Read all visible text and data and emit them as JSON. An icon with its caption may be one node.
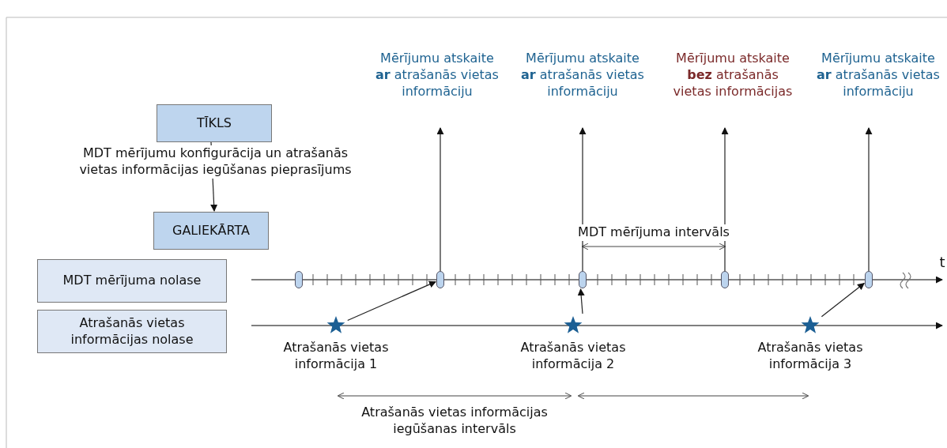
{
  "diagram": {
    "nodes": [
      {
        "text": [
          "Mērījumu atskaite **ar** atrašanās vietas informāciju"
        ]
      },
      {
        "text": [
          "Mērījumu atskaite **ar** atrašanās vietas informāciju"
        ]
      },
      {
        "text": [
          "Mērījumu atskaite **bez** atrašanās vietas informācijas"
        ]
      },
      {
        "text": [
          "Mērījumu atskaite **ar** atrašanās vietas informāciju"
        ]
      },
      {
        "text": [
          "TĪKLS"
        ]
      },
      {
        "text": [
          "GALIEKĀRTA"
        ]
      },
      {
        "text": [
          "MDT mērījuma nolase"
        ]
      },
      {
        "text": [
          "Atrašanās vietas informācijas nolase"
        ]
      },
      {
        "text": [],
        "shape": "box"
      },
      {
        "text": [],
        "shape": "box"
      },
      {
        "text": [],
        "shape": "box"
      },
      {
        "text": [],
        "shape": "box"
      },
      {
        "text": [],
        "shape": "box"
      },
      {
        "text": [],
        "shape": "star",
        "beside": [
          "Atrašanās vietas informācija 1"
        ]
      },
      {
        "text": [],
        "shape": "star",
        "beside": [
          "Atrašanās vietas informācija 2"
        ]
      },
      {
        "text": [],
        "shape": "star",
        "beside": [
          "Atrašanās vietas informācija 3"
        ]
      }
    ],
    "edges": [
      {
        "from": 4,
        "to": 5,
        "arrow": "to",
        "label": "MDT mērījumu konfigurācija un atrašanās vietas informācijas iegūšanas pieprasījums"
      },
      {
        "from": 9,
        "to": 0,
        "arrow": "to"
      },
      {
        "from": 10,
        "to": 1,
        "arrow": "to"
      },
      {
        "from": 11,
        "to": 2,
        "arrow": "to"
      },
      {
        "from": 12,
        "to": 3,
        "arrow": "to"
      },
      {
        "from": 13,
        "to": 9,
        "arrow": "to"
      },
      {
        "from": 14,
        "to": 10,
        "arrow": "to"
      },
      {
        "from": 15,
        "to": 12,
        "arrow": "to"
      }
    ],
    "labels": [
      "t",
      "MDT mērījuma intervāls",
      "Atrašanās vietas informācijas iegūšanas intervāls"
    ]
  }
}
